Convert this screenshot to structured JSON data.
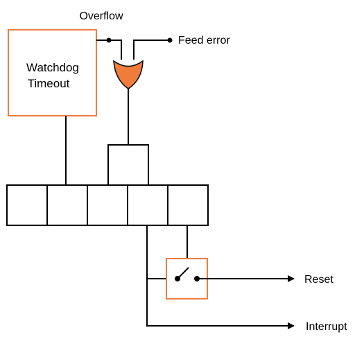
{
  "diagram": {
    "labels": {
      "overflow": "Overflow",
      "feed_error": "Feed error",
      "watchdog_line1": "Watchdog",
      "watchdog_line2": "Timeout",
      "reset": "Reset",
      "interrupt": "Interrupt"
    },
    "colors": {
      "accent": "#F07C3C",
      "gate_fill": "#F07C3C",
      "line": "#000000",
      "background": "#FFFFFF"
    },
    "register_cell_count": 5
  }
}
